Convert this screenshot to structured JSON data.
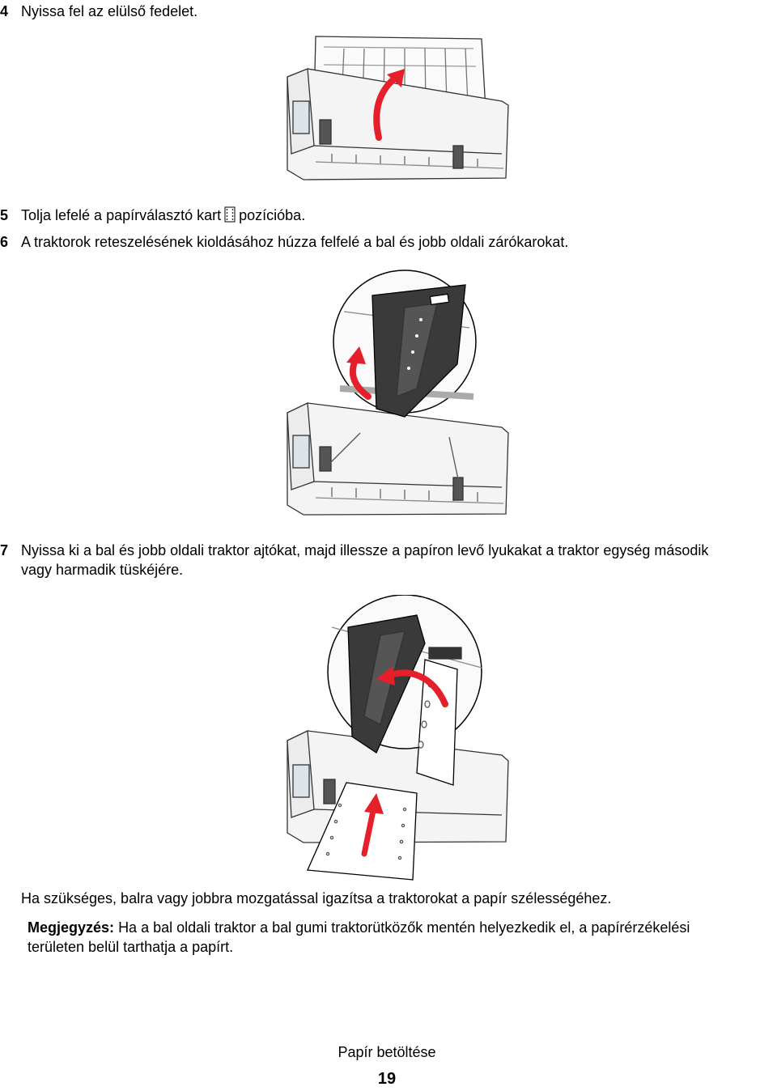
{
  "steps": [
    {
      "num": "4",
      "text": "Nyissa fel az elülső fedelet."
    },
    {
      "num": "5",
      "text_before": "Tolja lefelé a papírválasztó kart",
      "text_after": "pozícióba."
    },
    {
      "num": "6",
      "text": "A traktorok reteszelésének kioldásához húzza felfelé a bal és jobb oldali zárókarokat."
    },
    {
      "num": "7",
      "text_line1": "Nyissa ki a bal és jobb oldali traktor ajtókat, majd illessze a papíron levő lyukakat a traktor egység második",
      "text_line2": "vagy harmadik tüskéjére."
    }
  ],
  "adjust_text": "Ha szükséges, balra vagy jobbra mozgatással igazítsa a traktorokat a papír szélességéhez.",
  "note": {
    "label": "Megjegyzés:",
    "line1": "Ha a bal oldali traktor a bal gumi traktorütközők mentén helyezkedik el, a papírérzékelési",
    "line2": "területen belül tarthatja a papírt."
  },
  "footer": {
    "section": "Papír betöltése",
    "page": "19"
  },
  "colors": {
    "arrow": "#e5202a",
    "line": "#333333",
    "light": "#eeeeee"
  }
}
